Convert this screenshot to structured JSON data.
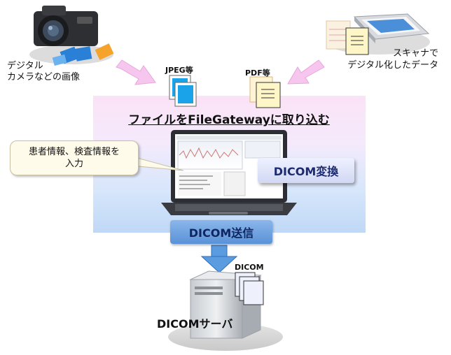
{
  "source_camera": {
    "caption_lines": [
      "デジタル",
      "カメラなどの画像"
    ]
  },
  "source_scanner": {
    "caption_lines": [
      "スキャナで",
      "デジタル化したデータ"
    ]
  },
  "formats": {
    "jpeg": "JPEG等",
    "pdf": "PDF等"
  },
  "ingest_title": "ファイルをFileGatewayに取り込む",
  "callout": {
    "lines": [
      "患者情報、検査情報を",
      "入力"
    ]
  },
  "buttons": {
    "dicom_convert": "DICOM変換",
    "dicom_send": "DICOM送信"
  },
  "dicom_file_label": "DICOM",
  "server_label": "DICOMサーバ",
  "colors": {
    "panel_top": "#fbe2f6",
    "panel_bottom": "#bfd8f6",
    "arrow_pink": "#f6c6ee",
    "arrow_blue": "#5b9be0"
  }
}
